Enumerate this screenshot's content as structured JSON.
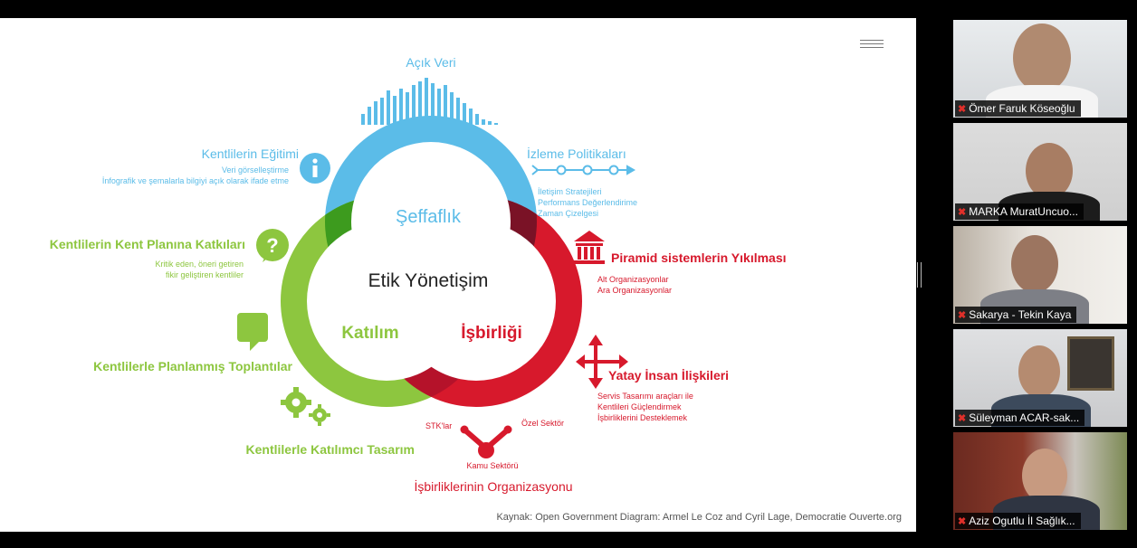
{
  "slide": {
    "center_title": "Etik Yönetişim",
    "circles": {
      "top": "Şeffaflık",
      "left": "Katılım",
      "right": "İşbirliği"
    },
    "labels": {
      "acik_veri": "Açık Veri",
      "egitim_title": "Kentlilerin Eğitimi",
      "egitim_sub1": "Veri görselleştirme",
      "egitim_sub2": "İnfografik ve şemalarla bilgiyi açık olarak ifade etme",
      "izleme_title": "İzleme Politikaları",
      "izleme_sub1": "İletişim Stratejileri",
      "izleme_sub2": "Performans Değerlendirime",
      "izleme_sub3": "Zaman Çizelgesi",
      "katki_title": "Kentlilerin Kent Planına Katkıları",
      "katki_sub1": "Kritik eden, öneri getiren",
      "katki_sub2": "fikir geliştiren kentliler",
      "piramid_title": "Piramid sistemlerin Yıkılması",
      "piramid_sub1": "Alt Organizasyonlar",
      "piramid_sub2": "Ara Organizasyonlar",
      "toplanti_title": "Kentlilerle Planlanmış Toplantılar",
      "yatay_title": "Yatay İnsan İlişkileri",
      "yatay_sub1": "Servis Tasarımı araçları ile",
      "yatay_sub2": "Kentlileri Güçlendirmek",
      "yatay_sub3": "İşbirliklerini Desteklemek",
      "tasarim_title": "Kentlilerle Katılımcı Tasarım",
      "stk": "STK'lar",
      "ozel": "Özel Sektör",
      "kamu": "Kamu Sektörü",
      "org_title": "İşbirliklerinin Organizasyonu"
    },
    "source": "Kaynak: Open Government Diagram: Armel Le Coz and Cyril Lage, Democratie Ouverte.org",
    "colors": {
      "blue": "#5bbce8",
      "green": "#8dc63f",
      "red": "#d7192c",
      "dark_green": "#3d9b1e",
      "dark_red": "#7a1226"
    }
  },
  "participants": [
    {
      "name": "Ömer Faruk Köseoğlu",
      "muted": true
    },
    {
      "name": "MARKA MuratUncuo...",
      "muted": true
    },
    {
      "name": "Sakarya - Tekin Kaya",
      "muted": true
    },
    {
      "name": "Süleyman ACAR-sak...",
      "muted": true
    },
    {
      "name": "Aziz Ogutlu İl Sağlık...",
      "muted": true
    }
  ]
}
